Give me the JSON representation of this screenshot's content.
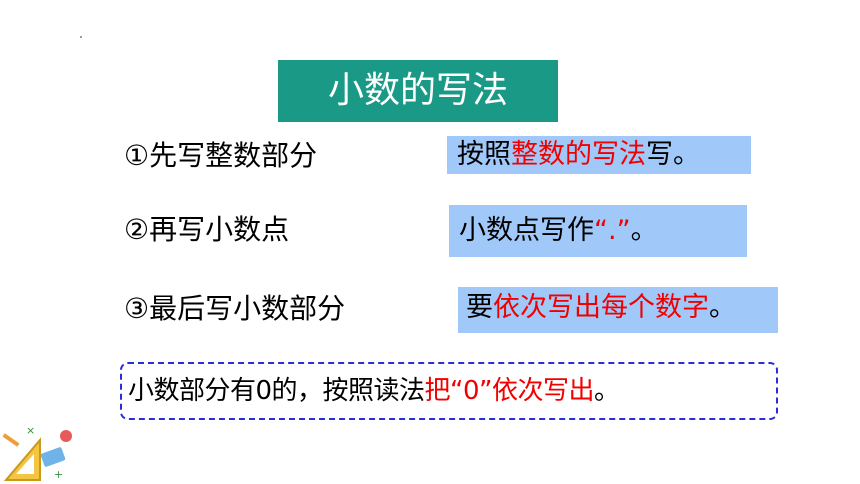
{
  "title": "小数的写法",
  "steps": [
    {
      "label": "①先写整数部分",
      "rule_parts": [
        "按照",
        "整数的写法",
        "写。"
      ]
    },
    {
      "label": "②再写小数点",
      "rule_parts": [
        "小数点写作",
        "“.”",
        "。"
      ]
    },
    {
      "label": "③最后写小数部分",
      "rule_parts": [
        "要",
        "依次写出每个数字",
        "。"
      ]
    }
  ],
  "note_parts": [
    "小数部分有0的，按照读法",
    "把“0”依次写出",
    "。"
  ],
  "colors": {
    "title_bg": "#1a9a86",
    "box_bg": "#a0c8f8",
    "highlight": "#f20000",
    "note_border": "#2c2cd8"
  },
  "decoration_icon": "math-tools-icon"
}
